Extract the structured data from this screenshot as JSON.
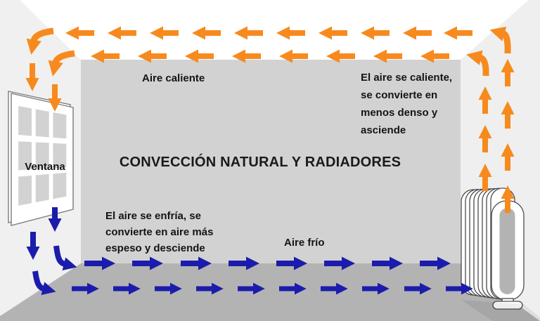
{
  "title": "CONVECCIÓN NATURAL Y RADIADORES",
  "annotations": {
    "hot_top": "Aire caliente",
    "hot_right_lines": [
      "El aire se caliente,",
      "se convierte en",
      "menos denso y",
      "asciende"
    ],
    "cold_left_lines": [
      "El aire se enfría, se",
      "convierte en aire más",
      "espeso y desciende"
    ],
    "cold_bottom": "Aire frío",
    "window_label": "Ventana"
  },
  "colors": {
    "hot": "#F78A1E",
    "cold": "#1C1CAC",
    "ceiling": "#FFFFFF",
    "wall_back": "#D2D2D2",
    "wall_left": "#F0F0F0",
    "wall_right": "#EFEFEF",
    "floor": "#B3B3B3",
    "window_pane": "#D2D2D2",
    "radiator_body": "#FFFFFF",
    "radiator_slot": "#B3B3B3",
    "outline": "#4A4A4A"
  },
  "icons": {
    "hot_flow": "orange-arrow-flow",
    "cold_flow": "blue-arrow-flow",
    "window": "window",
    "radiator": "radiator"
  }
}
